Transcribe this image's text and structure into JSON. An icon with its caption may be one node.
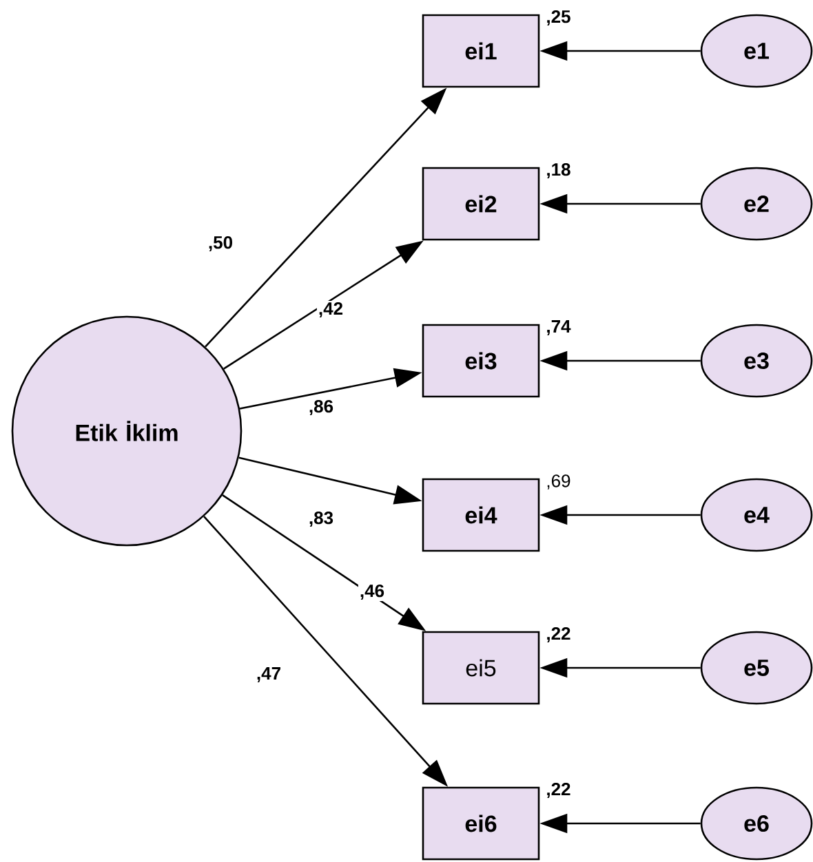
{
  "diagram": {
    "nodes": [
      {
        "text": [
          "Etik İklim"
        ]
      },
      {
        "text": [
          "ei1"
        ],
        "beside": [
          ",25"
        ]
      },
      {
        "text": [
          "ei2"
        ],
        "beside": [
          ",18"
        ]
      },
      {
        "text": [
          "ei3"
        ],
        "beside": [
          ",74"
        ]
      },
      {
        "text": [
          "ei4"
        ],
        "beside": [
          ",69"
        ]
      },
      {
        "text": [
          "ei5"
        ],
        "beside": [
          ",22"
        ]
      },
      {
        "text": [
          "ei6"
        ],
        "beside": [
          ",22"
        ]
      },
      {
        "text": [
          "e1"
        ]
      },
      {
        "text": [
          "e2"
        ]
      },
      {
        "text": [
          "e3"
        ]
      },
      {
        "text": [
          "e4"
        ]
      },
      {
        "text": [
          "e5"
        ]
      },
      {
        "text": [
          "e6"
        ]
      }
    ],
    "edges": [
      {
        "from": 0,
        "to": 1,
        "arrow": "to",
        "label": ",50"
      },
      {
        "from": 0,
        "to": 2,
        "arrow": "to",
        "label": ",42"
      },
      {
        "from": 0,
        "to": 3,
        "arrow": "to",
        "label": ",86"
      },
      {
        "from": 0,
        "to": 4,
        "arrow": "to",
        "label": ",83"
      },
      {
        "from": 0,
        "to": 5,
        "arrow": "to",
        "label": ",46"
      },
      {
        "from": 0,
        "to": 6,
        "arrow": "to",
        "label": ",47"
      },
      {
        "from": 7,
        "to": 1,
        "arrow": "to"
      },
      {
        "from": 8,
        "to": 2,
        "arrow": "to"
      },
      {
        "from": 9,
        "to": 3,
        "arrow": "to"
      },
      {
        "from": 10,
        "to": 4,
        "arrow": "to"
      },
      {
        "from": 11,
        "to": 5,
        "arrow": "to"
      },
      {
        "from": 12,
        "to": 6,
        "arrow": "to"
      }
    ]
  }
}
